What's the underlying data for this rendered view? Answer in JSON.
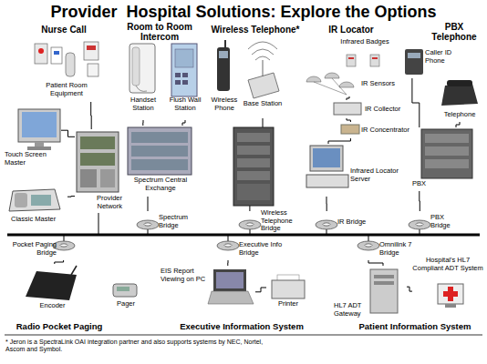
{
  "diagram": {
    "title": "Provider  Hospital Solutions: Explore the Options",
    "nodes": [
      {
        "text": [
          "Patient Room Equipment"
        ]
      },
      {
        "text": [
          "Touch Screen Master"
        ]
      },
      {
        "text": [
          "Provider Network"
        ]
      },
      {
        "text": [
          "Classic Master"
        ]
      },
      {
        "text": [
          "Handset Station"
        ]
      },
      {
        "text": [
          "Flush Wall Station"
        ]
      },
      {
        "text": [
          "Spectrum Central Exchange"
        ]
      },
      {
        "text": [
          "Spectrum Bridge"
        ]
      },
      {
        "text": [
          "Wireless Phone"
        ]
      },
      {
        "text": [
          "Base Station"
        ]
      },
      {
        "text": [
          "Wireless Telephone Bridge"
        ]
      },
      {
        "text": [
          "Infrared Badges"
        ]
      },
      {
        "text": [
          "IR Sensors"
        ]
      },
      {
        "text": [
          "IR Collector"
        ]
      },
      {
        "text": [
          "IR Concentrator"
        ]
      },
      {
        "text": [
          "Infrared Locator Server"
        ]
      },
      {
        "text": [
          "IR Bridge"
        ]
      },
      {
        "text": [
          "Caller ID Phone"
        ]
      },
      {
        "text": [
          "Telephone"
        ]
      },
      {
        "text": [
          "PBX"
        ]
      },
      {
        "text": [
          "PBX Bridge"
        ]
      },
      {
        "text": [
          "Pocket Paging Bridge"
        ]
      },
      {
        "text": [
          "Encoder"
        ]
      },
      {
        "text": [
          "Pager"
        ]
      },
      {
        "text": [
          "Executive Info Bridge"
        ]
      },
      {
        "text": [
          "EIS Report Viewing on PC"
        ]
      },
      {
        "text": [
          "Printer"
        ]
      },
      {
        "text": [
          "Omnilink 7 Bridge"
        ]
      },
      {
        "text": [
          "HL7 ADT Gateway"
        ]
      },
      {
        "text": [
          "Hospital's HL7 Compliant ADT System"
        ]
      }
    ],
    "edges": [
      {
        "from": 0,
        "to": 2,
        "arrow": "none"
      },
      {
        "from": 1,
        "to": 2,
        "arrow": "none"
      },
      {
        "from": 3,
        "to": 2,
        "arrow": "none"
      },
      {
        "from": 4,
        "to": 6,
        "arrow": "none"
      },
      {
        "from": 5,
        "to": 6,
        "arrow": "none"
      },
      {
        "from": 6,
        "to": 7,
        "arrow": "none"
      },
      {
        "from": 9,
        "to": 10,
        "arrow": "none"
      },
      {
        "from": 12,
        "to": 13,
        "arrow": "none"
      },
      {
        "from": 13,
        "to": 14,
        "arrow": "none"
      },
      {
        "from": 14,
        "to": 15,
        "arrow": "none"
      },
      {
        "from": 15,
        "to": 16,
        "arrow": "none"
      },
      {
        "from": 17,
        "to": 19,
        "arrow": "none"
      },
      {
        "from": 18,
        "to": 19,
        "arrow": "none"
      },
      {
        "from": 19,
        "to": 20,
        "arrow": "none"
      },
      {
        "from": 21,
        "to": 22,
        "arrow": "none"
      },
      {
        "from": 24,
        "to": 25,
        "arrow": "none"
      },
      {
        "from": 25,
        "to": 26,
        "arrow": "none"
      },
      {
        "from": 27,
        "to": 28,
        "arrow": "none"
      },
      {
        "from": 28,
        "to": 29,
        "arrow": "none"
      }
    ],
    "labels": [
      "Nurse Call",
      "Room to Room Intercom",
      "Wireless Telephone*",
      "IR Locator",
      "PBX Telephone",
      "Radio Pocket Paging",
      "Executive Information System",
      "Patient Information System",
      "* Jeron is a SpectraLink OAI integration partner and also supports systems by NEC, Nortel, Ascom and Symbol."
    ]
  }
}
